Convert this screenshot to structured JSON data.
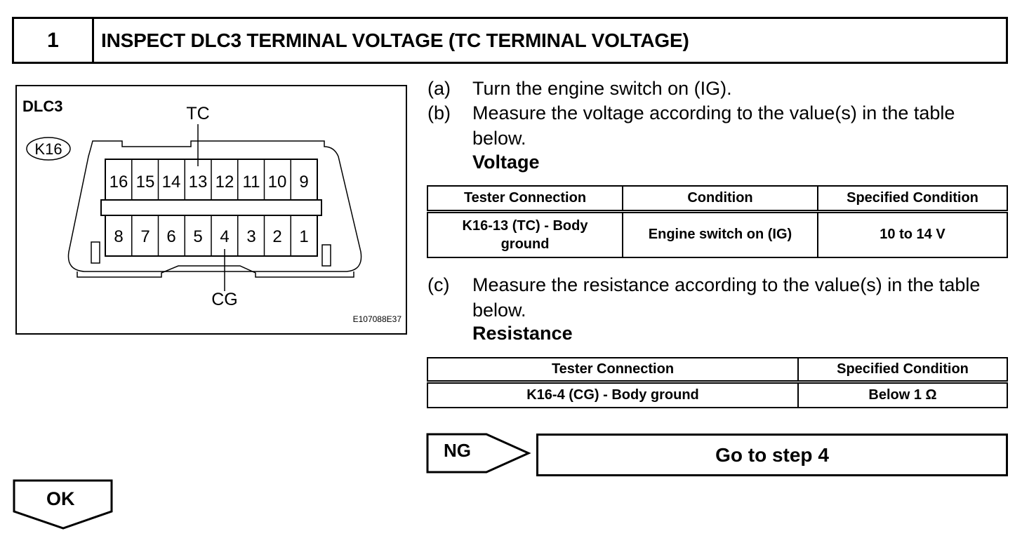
{
  "step": {
    "number": "1",
    "title": "INSPECT DLC3 TERMINAL VOLTAGE (TC TERMINAL VOLTAGE)"
  },
  "diagram": {
    "connector_name": "DLC3",
    "connector_code": "K16",
    "top_callout": "TC",
    "bottom_callout": "CG",
    "figure_id": "E107088E37",
    "top_pins": [
      "16",
      "15",
      "14",
      "13",
      "12",
      "11",
      "10",
      "9"
    ],
    "bottom_pins": [
      "8",
      "7",
      "6",
      "5",
      "4",
      "3",
      "2",
      "1"
    ]
  },
  "instructions": {
    "a_label": "(a)",
    "a_text": "Turn the engine switch on (IG).",
    "b_label": "(b)",
    "b_text": "Measure the voltage according to the value(s) in the table below.",
    "voltage_heading": "Voltage",
    "c_label": "(c)",
    "c_text": "Measure the resistance according to the value(s) in the table below.",
    "resistance_heading": "Resistance"
  },
  "voltage_table": {
    "headers": [
      "Tester Connection",
      "Condition",
      "Specified Condition"
    ],
    "row": [
      "K16-13 (TC) - Body ground",
      "Engine switch on (IG)",
      "10 to 14 V"
    ]
  },
  "resistance_table": {
    "headers": [
      "Tester Connection",
      "Specified Condition"
    ],
    "row": [
      "K16-4 (CG) - Body ground",
      "Below 1 Ω"
    ]
  },
  "ng": {
    "label": "NG",
    "target": "Go to step 4"
  },
  "ok": {
    "label": "OK"
  }
}
